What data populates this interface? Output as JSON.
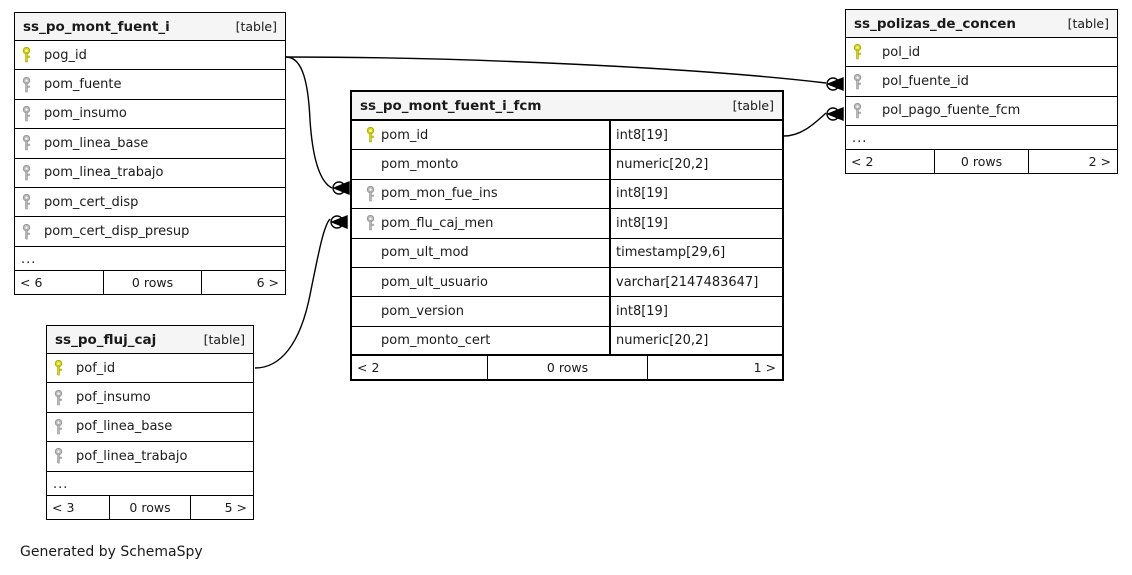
{
  "diagram": {
    "caption": "Generated by SchemaSpy",
    "table_tag": "[table]",
    "ellipsis": "...",
    "colors": {
      "pk_key": "#d8d800",
      "fk_key": "#b3b3b3",
      "header_bg": "#f5f5f5",
      "border": "#000000",
      "text": "#1a1a1a",
      "background": "#ffffff"
    }
  },
  "tables": {
    "ss_po_mont_fuent_i": {
      "name": "ss_po_mont_fuent_i",
      "tag": "[table]",
      "columns": [
        {
          "name": "pog_id",
          "key": "primary",
          "type": ""
        },
        {
          "name": "pom_fuente",
          "key": "foreign",
          "type": ""
        },
        {
          "name": "pom_insumo",
          "key": "foreign",
          "type": ""
        },
        {
          "name": "pom_linea_base",
          "key": "foreign",
          "type": ""
        },
        {
          "name": "pom_linea_trabajo",
          "key": "foreign",
          "type": ""
        },
        {
          "name": "pom_cert_disp",
          "key": "foreign",
          "type": ""
        },
        {
          "name": "pom_cert_disp_presup",
          "key": "foreign",
          "type": ""
        }
      ],
      "more": "...",
      "footer": {
        "prev": "< 6",
        "rows": "0 rows",
        "next": "6 >"
      }
    },
    "ss_po_mont_fuent_i_fcm": {
      "name": "ss_po_mont_fuent_i_fcm",
      "tag": "[table]",
      "columns": [
        {
          "name": "pom_id",
          "key": "primary",
          "type": "int8[19]"
        },
        {
          "name": "pom_monto",
          "key": "none",
          "type": "numeric[20,2]"
        },
        {
          "name": "pom_mon_fue_ins",
          "key": "foreign",
          "type": "int8[19]"
        },
        {
          "name": "pom_flu_caj_men",
          "key": "foreign",
          "type": "int8[19]"
        },
        {
          "name": "pom_ult_mod",
          "key": "none",
          "type": "timestamp[29,6]"
        },
        {
          "name": "pom_ult_usuario",
          "key": "none",
          "type": "varchar[2147483647]"
        },
        {
          "name": "pom_version",
          "key": "none",
          "type": "int8[19]"
        },
        {
          "name": "pom_monto_cert",
          "key": "none",
          "type": "numeric[20,2]"
        }
      ],
      "more": "",
      "footer": {
        "prev": "< 2",
        "rows": "0 rows",
        "next": "1 >"
      }
    },
    "ss_polizas_de_concen": {
      "name": "ss_polizas_de_concen",
      "tag": "[table]",
      "columns": [
        {
          "name": "pol_id",
          "key": "primary",
          "type": ""
        },
        {
          "name": "pol_fuente_id",
          "key": "foreign",
          "type": ""
        },
        {
          "name": "pol_pago_fuente_fcm",
          "key": "foreign",
          "type": ""
        }
      ],
      "more": "...",
      "footer": {
        "prev": "< 2",
        "rows": "0 rows",
        "next": "2 >"
      }
    },
    "ss_po_fluj_caj": {
      "name": "ss_po_fluj_caj",
      "tag": "[table]",
      "columns": [
        {
          "name": "pof_id",
          "key": "primary",
          "type": ""
        },
        {
          "name": "pof_insumo",
          "key": "foreign",
          "type": ""
        },
        {
          "name": "pof_linea_base",
          "key": "foreign",
          "type": ""
        },
        {
          "name": "pof_linea_trabajo",
          "key": "foreign",
          "type": ""
        }
      ],
      "more": "...",
      "footer": {
        "prev": "< 3",
        "rows": "0 rows",
        "next": "5 >"
      }
    }
  },
  "relationships": [
    {
      "from_table": "ss_po_mont_fuent_i",
      "from_column": "pog_id",
      "to_table": "ss_po_mont_fuent_i_fcm",
      "to_column": "pom_mon_fue_ins"
    },
    {
      "from_table": "ss_po_fluj_caj",
      "from_column": "pof_id",
      "to_table": "ss_po_mont_fuent_i_fcm",
      "to_column": "pom_flu_caj_men"
    },
    {
      "from_table": "ss_po_mont_fuent_i",
      "from_column": "pog_id",
      "to_table": "ss_polizas_de_concen",
      "to_column": "pol_fuente_id"
    },
    {
      "from_table": "ss_po_mont_fuent_i_fcm",
      "from_column": "pom_id",
      "to_table": "ss_polizas_de_concen",
      "to_column": "pol_pago_fuente_fcm"
    }
  ]
}
